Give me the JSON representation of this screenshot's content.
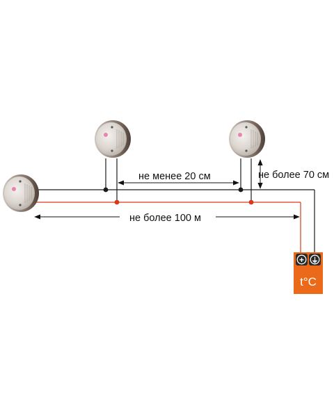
{
  "labels": {
    "min_spacing": "не менее 20 см",
    "max_drop": "не более 70 см",
    "max_length": "не более 100 м"
  },
  "controller": {
    "plus_symbol": "+",
    "ground_symbol": "⏚",
    "display": "t°C"
  },
  "colors": {
    "wire_black": "#1a1a1a",
    "wire_red": "#d9381e",
    "controller_orange": "#ea6a1a",
    "controller_dark": "#2a2a2a",
    "detector_body": "#d8d3ce",
    "detector_rim": "#6b5b52"
  },
  "detectors": [
    {
      "name": "detector-left"
    },
    {
      "name": "detector-middle"
    },
    {
      "name": "detector-right"
    }
  ]
}
